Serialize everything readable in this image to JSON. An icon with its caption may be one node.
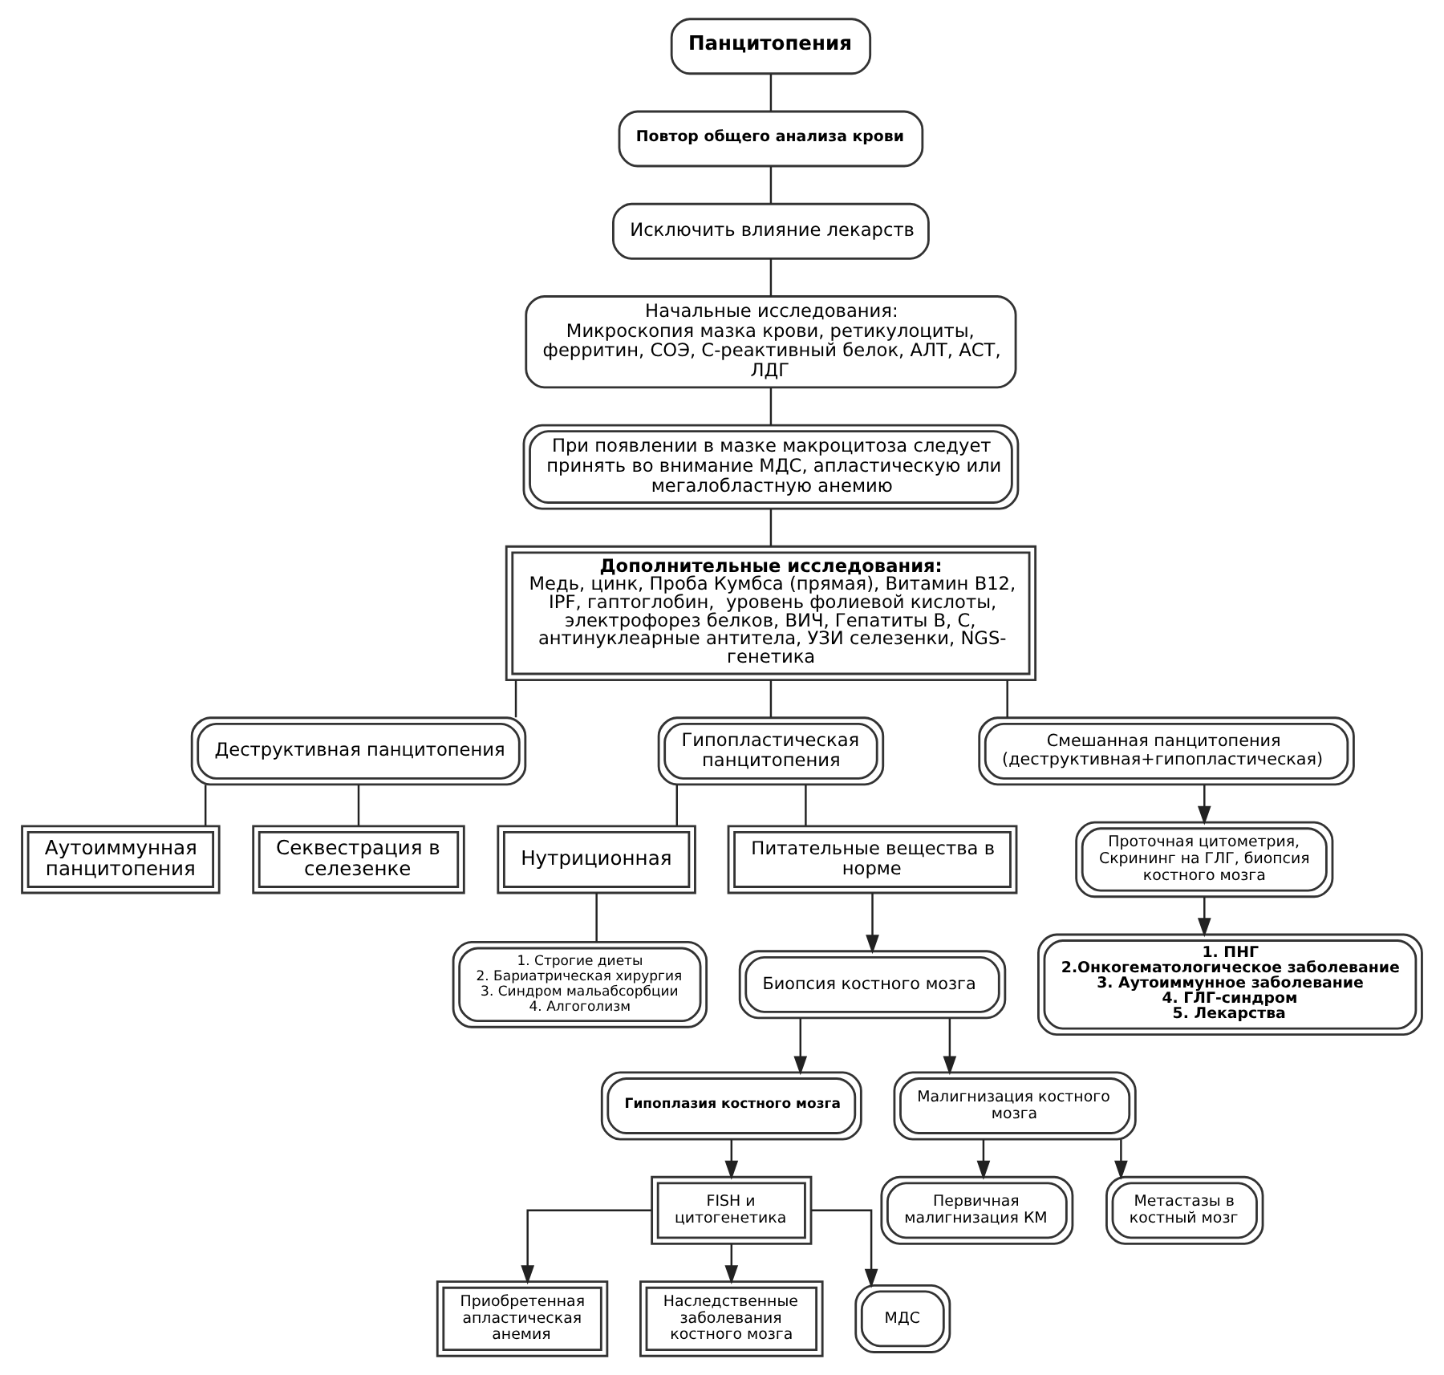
{
  "diagram": {
    "nodes": [
      {
        "text": [
          "Панцитопения"
        ]
      },
      {
        "text": [
          "Повтор общего анализа крови"
        ]
      },
      {
        "text": [
          "Исключить влияние лекарств"
        ]
      },
      {
        "text": [
          "Начальные исследования:",
          "Микроскопия мазка крови, ретикулоциты, ферритин, СОЭ, С-реактивный белок, АЛТ, АСТ, ЛДГ"
        ]
      },
      {
        "text": [
          "При появлении в мазке макроцитоза следует принять во внимание МДС, апластическую или мегалобластную анемию"
        ]
      },
      {
        "text": [
          "Дополнительные исследования:",
          "Медь, цинк, Проба Кумбса (прямая), Витамин В12, IPF, гаптоглобин,  уровень фолиевой кислоты, электрофорез белков, ВИЧ, Гепатиты В, С, антинуклеарные антитела, УЗИ селезенки, NGS-генетика"
        ]
      },
      {
        "text": [
          "Деструктивная панцитопения"
        ]
      },
      {
        "text": [
          "Гипопластическая панцитопения"
        ]
      },
      {
        "text": [
          "Смешанная панцитопения (деструктивная+гипопластическая)"
        ]
      },
      {
        "text": [
          "Аутоиммунная панцитопения"
        ]
      },
      {
        "text": [
          "Секвестрация в селезенке"
        ]
      },
      {
        "text": [
          "Нутриционная"
        ]
      },
      {
        "text": [
          "Питательные вещества в норме"
        ]
      },
      {
        "text": [
          "Проточная цитометрия, Скрининг на ГЛГ, биопсия костного мозга"
        ]
      },
      {
        "text": [
          "1. Строгие диеты",
          "2. Бариатрическая хирургия",
          "3. Синдром мальабсорбции",
          "4. Алгоголизм"
        ]
      },
      {
        "text": [
          "1. ПНГ",
          "2.Онкогематологическое заболевание",
          "3. Аутоиммунное заболевание",
          "4. ГЛГ-синдром",
          "5. Лекарства"
        ]
      },
      {
        "text": [
          "Биопсия костного мозга"
        ]
      },
      {
        "text": [
          "Гипоплазия костного мозга"
        ]
      },
      {
        "text": [
          "FISH и цитогенетика"
        ]
      },
      {
        "text": [
          "Малигнизация костного мозга"
        ]
      },
      {
        "text": [
          "Приобретенная апластическая анемия"
        ]
      },
      {
        "text": [
          "Наследственные заболевания костного мозга"
        ]
      },
      {
        "text": [
          "МДС"
        ]
      },
      {
        "text": [
          "Первичная малигнизация КМ"
        ]
      },
      {
        "text": [
          "Метастазы в костный мозг"
        ]
      }
    ],
    "edges": [
      {
        "from": 0,
        "to": 1,
        "arrow": "none"
      },
      {
        "from": 1,
        "to": 2,
        "arrow": "none"
      },
      {
        "from": 2,
        "to": 3,
        "arrow": "none"
      },
      {
        "from": 3,
        "to": 4,
        "arrow": "none"
      },
      {
        "from": 4,
        "to": 5,
        "arrow": "none"
      },
      {
        "from": 5,
        "to": 6,
        "arrow": "none"
      },
      {
        "from": 5,
        "to": 7,
        "arrow": "none"
      },
      {
        "from": 5,
        "to": 8,
        "arrow": "none"
      },
      {
        "from": 6,
        "to": 9,
        "arrow": "none"
      },
      {
        "from": 6,
        "to": 10,
        "arrow": "none"
      },
      {
        "from": 7,
        "to": 11,
        "arrow": "none"
      },
      {
        "from": 7,
        "to": 12,
        "arrow": "none"
      },
      {
        "from": 8,
        "to": 13,
        "arrow": "to"
      },
      {
        "from": 11,
        "to": 14,
        "arrow": "none"
      },
      {
        "from": 13,
        "to": 15,
        "arrow": "to"
      },
      {
        "from": 12,
        "to": 16,
        "arrow": "to"
      },
      {
        "from": 16,
        "to": 17,
        "arrow": "to"
      },
      {
        "from": 16,
        "to": 19,
        "arrow": "to"
      },
      {
        "from": 17,
        "to": 18,
        "arrow": "to"
      },
      {
        "from": 18,
        "to": 20,
        "arrow": "to"
      },
      {
        "from": 18,
        "to": 21,
        "arrow": "to"
      },
      {
        "from": 18,
        "to": 22,
        "arrow": "to"
      },
      {
        "from": 19,
        "to": 23,
        "arrow": "to"
      },
      {
        "from": 19,
        "to": 24,
        "arrow": "to"
      }
    ]
  }
}
